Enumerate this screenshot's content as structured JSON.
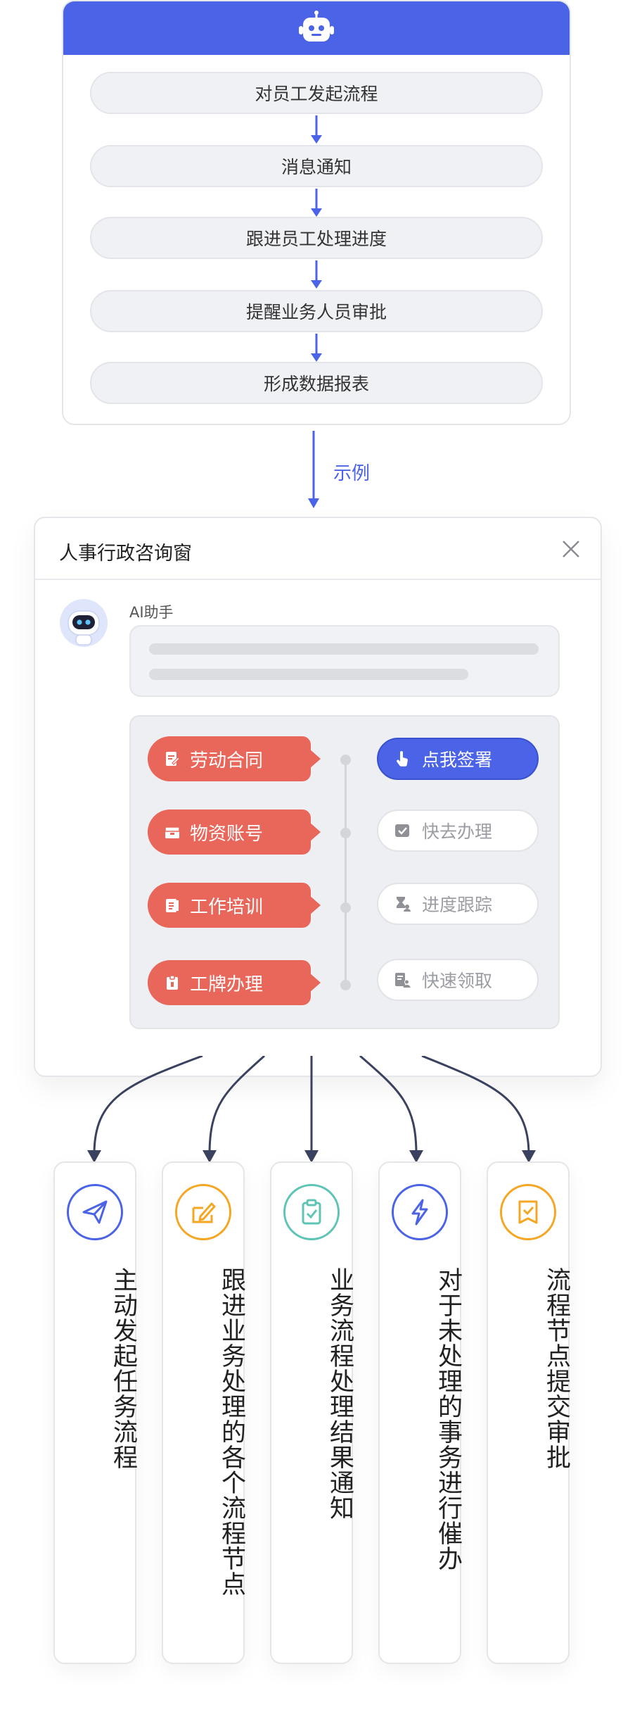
{
  "flow": {
    "steps": [
      "对员工发起流程",
      "消息通知",
      "跟进员工处理进度",
      "提醒业务人员审批",
      "形成数据报表"
    ]
  },
  "example_label": "示例",
  "chat": {
    "title": "人事行政咨询窗",
    "assistant_name": "AI助手",
    "tags": [
      {
        "label": "劳动合同",
        "icon": "contract-icon"
      },
      {
        "label": "物资账号",
        "icon": "box-icon"
      },
      {
        "label": "工作培训",
        "icon": "book-icon"
      },
      {
        "label": "工牌办理",
        "icon": "badge-icon"
      }
    ],
    "actions": [
      {
        "label": "点我签署",
        "icon": "hand-pointer-icon"
      },
      {
        "label": "快去办理",
        "icon": "check-doc-icon"
      },
      {
        "label": "进度跟踪",
        "icon": "hourglass-user-icon"
      },
      {
        "label": "快速领取",
        "icon": "doc-user-icon"
      }
    ]
  },
  "features": [
    {
      "text": "主动发起任务流程",
      "icon": "paper-plane-icon",
      "color": "#4b63e6"
    },
    {
      "text": "跟进业务处理的各个流程节点",
      "icon": "edit-doc-icon",
      "color": "#f5a623"
    },
    {
      "text": "业务流程处理结果通知",
      "icon": "clipboard-check-icon",
      "color": "#5ec4b6"
    },
    {
      "text": "对于未处理的事务进行催办",
      "icon": "lightning-icon",
      "color": "#4b63e6"
    },
    {
      "text": "流程节点提交审批",
      "icon": "approval-icon",
      "color": "#f5a623"
    }
  ],
  "colors": {
    "primary": "#4b63e6",
    "tag_red": "#e8665a",
    "connector": "#3b4260"
  }
}
